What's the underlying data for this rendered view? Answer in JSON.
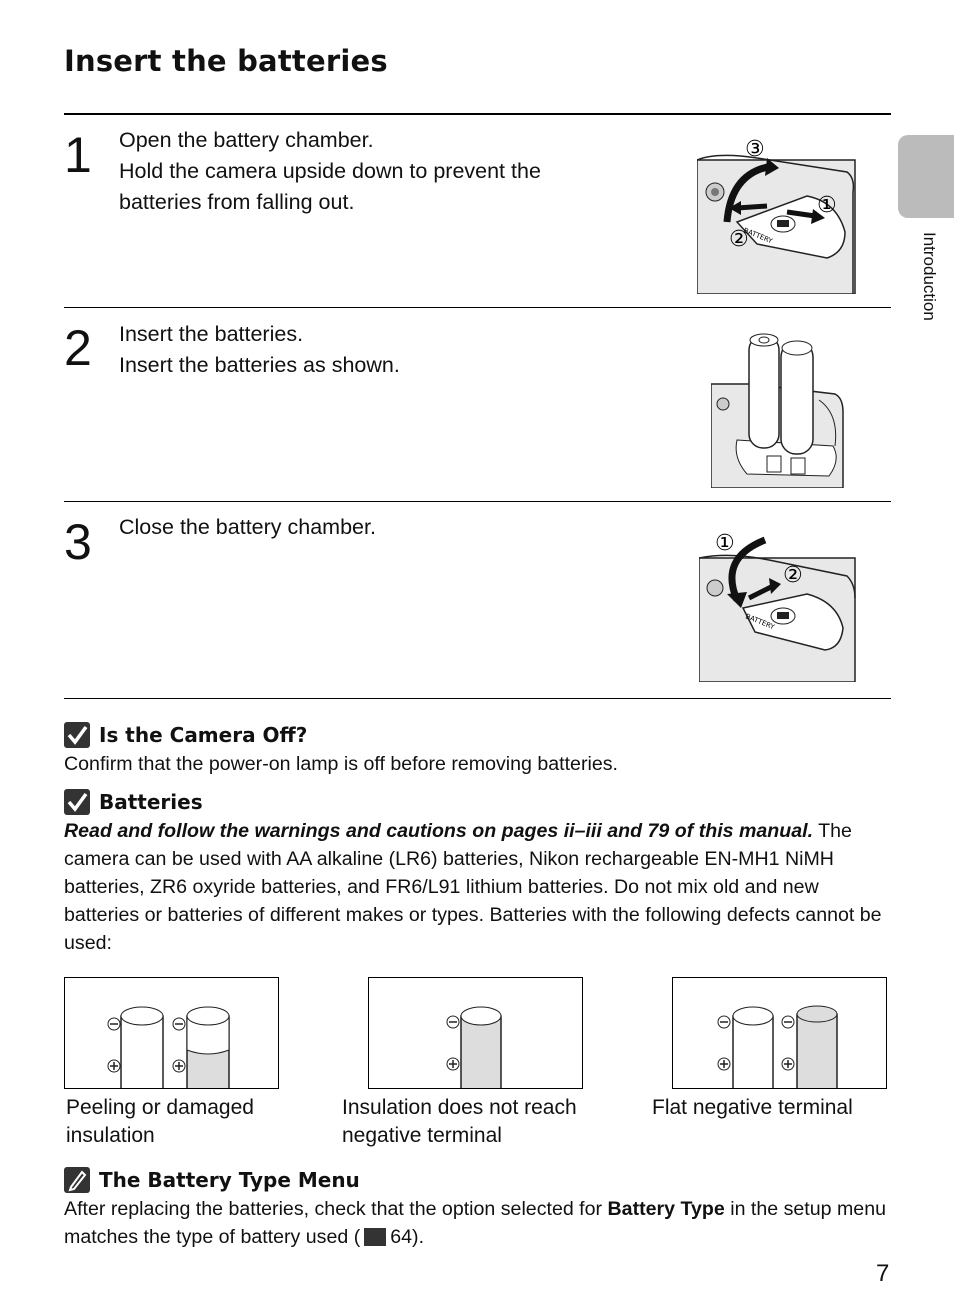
{
  "page": {
    "title": "Insert the batteries",
    "side_tab_label": "Introduction",
    "page_number": "7"
  },
  "steps": [
    {
      "number": "1",
      "heading": "Open the battery chamber.",
      "body": "Hold the camera upside down to prevent the batteries from falling out."
    },
    {
      "number": "2",
      "heading": "Insert the batteries.",
      "body": "Insert the batteries as shown."
    },
    {
      "number": "3",
      "heading": "Close the battery chamber.",
      "body": ""
    }
  ],
  "illustrations": {
    "step1_callouts": [
      "③",
      "①",
      "②"
    ],
    "step3_callouts": [
      "①",
      "②"
    ],
    "lid_label": "BATTERY"
  },
  "notes": {
    "camera_off": {
      "heading": "Is the Camera Off?",
      "body": "Confirm that the power-on lamp is off before removing batteries."
    },
    "batteries": {
      "heading": "Batteries",
      "bold_italic_lead": "Read and follow the warnings and cautions on pages ii–iii and 79 of this manual.",
      "body": "The camera can be used with AA alkaline (LR6) batteries, Nikon rechargeable EN-MH1 NiMH batteries, ZR6 oxyride batteries, and FR6/L91 lithium batteries. Do not mix old and new batteries or batteries of different makes or types. Batteries with the following defects cannot be used:"
    },
    "defects": [
      {
        "caption": "Peeling or damaged insulation"
      },
      {
        "caption": "Insulation does not reach negative terminal"
      },
      {
        "caption": "Flat negative terminal"
      }
    ],
    "battery_type": {
      "heading": "The Battery Type Menu",
      "text_before": "After replacing the batteries, check that the option selected for",
      "bold_term": "Battery Type",
      "text_after": "in the setup menu matches the type of battery used (",
      "page_ref": "64",
      "text_end": ")."
    }
  }
}
